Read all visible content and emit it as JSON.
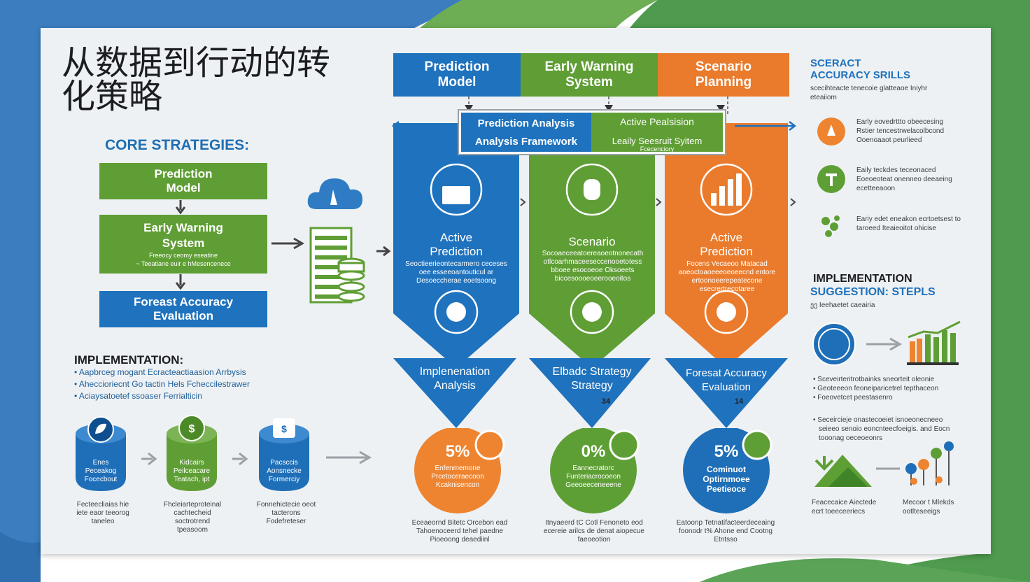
{
  "title": "从数据到行动的转化策略",
  "core": {
    "heading": "CORE STRATEGIES:",
    "box1": "Prediction Model",
    "box2": "Early Warning System",
    "box2_sub1": "Freeocy ceomy eseatine",
    "box2_sub2": "~ Teeatiane euir e hMesencenece",
    "box3": "Foreast Accuracy Evaluation"
  },
  "impl_left": {
    "heading": "IMPLEMENTATION:",
    "bullets": [
      "Aapbrceg mogant Ecracteactiaasion Arrbysis",
      "Aheccioriecnt Go tactin Hels Fcheccilestrawer",
      "Aciaysatoetef ssoaser Ferrialticin"
    ]
  },
  "cylinders": [
    {
      "label": "Enes Peceakog Focecbout",
      "note": "Fecteecliaias hie iete eaor teeorog taneleo",
      "color": "#1f6fb8"
    },
    {
      "label": "Kidcairs Peilceacare Teatach, ipt",
      "note": "Fhcleiarteproteinal cachtecheid soctrotrend tpeasoom",
      "color": "#5f9e34"
    },
    {
      "label": "Pacsccis Aonsnecke Formerciy",
      "note": "Fonnehictecie oeot tacterons Fodefreteser",
      "color": "#1f6fb8"
    }
  ],
  "top_headers": [
    "Prediction Model",
    "Early Warning System",
    "Scenario Planning"
  ],
  "analysis_bar": {
    "left_top": "Prediction Analysis",
    "left_bottom": "Analysis Framework",
    "right_top": "Active Pealsision",
    "right_bottom": "Leaily Seesruit Syitem",
    "right_sub": "Fcecenciory"
  },
  "columns": [
    {
      "title": "Active Prediction",
      "desc": "Seoctieerieontecarmero ceceses oee esseeoantouticul ar Desoeccherae eoetsoong",
      "chevron": "Implenenation Analysis",
      "chevron_sub": "",
      "pct": "5%",
      "pct_text": "Enfenmemone Prcetoceraecoon Kcaknisencon",
      "note": "Eceaeornd Bitetc Orcebon ead Tahoenoceerd tehel paedne Pioeoong deaediinl",
      "color": "#1f72bd",
      "circle": "#ee8430"
    },
    {
      "title": "Scenario",
      "desc": "Socoaeceeatoereaoeotnonecath otlcoarhmaceeseccenooetotess bboee esocoeoe Oksoeets biccesoooeoeerooeoitos",
      "chevron": "Elbadc Strategy Strategy",
      "chevron_sub": "34",
      "pct": "0%",
      "pct_text": "Eannecratorc Funteriacrocoeon Geeoeeceneeene",
      "note": "Itnyaeerd tC Cotl Fenoneto eod ecereie arilcs de denat aiopecue faeoeotion",
      "color": "#5a9e34",
      "circle": "#5e9f35"
    },
    {
      "title": "Active Prediction",
      "desc": "Focens Vecaeoo Matacad aoeoctoaoeeeoeoeecnd entore ertoonoeerepeatecone esecrertrecotaree",
      "chevron": "Foresat Accuracy Evaluation",
      "chevron_sub": "14",
      "pct": "5%",
      "pct_text": "Cominuot Optirnmoee Peetieoce",
      "note": "Eatoonp Tetnatifacteerdeceaing foonodr t% Ahone end Cootng Etntsso",
      "color": "#ea7b2c",
      "circle": "#1f6fb8"
    }
  ],
  "right": {
    "heading1": "SCERACT",
    "heading2": "ACCURACY SRILLS",
    "sub": "scecihteacte tenecoie glatteaoe Iniyhr eteaiiom",
    "items": [
      {
        "text": "Early eovedrttto obeecesing Rstier tencestrwelacolbcond Ooenoaaot peurlieed",
        "color": "#ee8430"
      },
      {
        "text": "Eaily teckdes teceonaced Eoeoeoteat onenneo deeaeing ecetteeaoon",
        "color": "#5e9f35"
      },
      {
        "text": "Eariy edet eneakon ecrtoetsest to taroeed Iteaieoitot ohicise",
        "color": "#5e9f35"
      }
    ],
    "impl_heading1": "IMPLEMENTATION",
    "impl_heading2": "SUGGESTION: STEPLS",
    "impl_sub": "ეე Ieehaetet caeairia",
    "bullets1": [
      "Sceveirteritrotbainks sneorteit oleonie",
      "Geoteeeon feoneiparicetrel tepthaceon",
      "Foeovetcet peestasenro"
    ],
    "bullets2": [
      "Seceircieje onastecoeiet isnoeonecneeo",
      "seieeo senoio eoncnteecfoeigis. and Eocn",
      "tooonag oeceoeonrs"
    ],
    "foot1": "Feacecaice Aiectede ecrt toeeceeriecs",
    "foot2": "Mecoor t Mlekds ootlteseeigs"
  }
}
